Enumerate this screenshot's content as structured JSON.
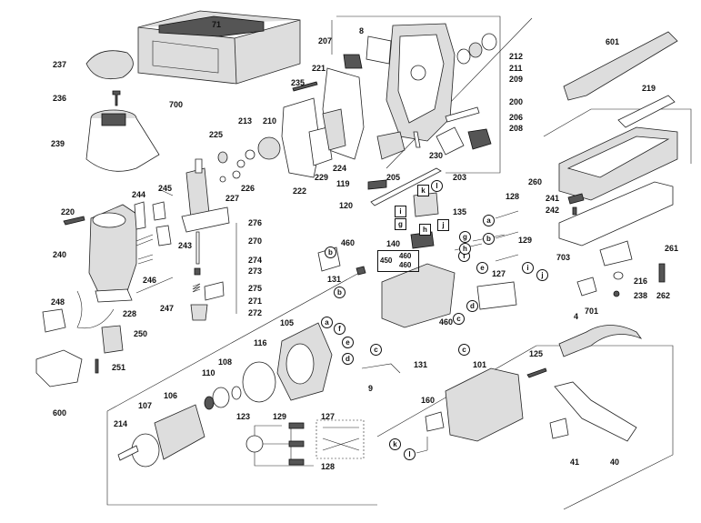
{
  "labels": {
    "l71": "71",
    "l700": "700",
    "l237": "237",
    "l236": "236",
    "l239": "239",
    "l8": "8",
    "l207": "207",
    "l212": "212",
    "l211": "211",
    "l209": "209",
    "l200": "200",
    "l206": "206",
    "l208": "208",
    "l221": "221",
    "l235": "235",
    "l213": "213",
    "l210": "210",
    "l225": "225",
    "l229": "229",
    "l224": "224",
    "l222": "222",
    "l227": "227",
    "l226": "226",
    "l230": "230",
    "l203": "203",
    "l205": "205",
    "l119": "119",
    "l601": "601",
    "l219": "219",
    "l260": "260",
    "l241": "241",
    "l242": "242",
    "l261": "261",
    "l216": "216",
    "l238": "238",
    "l262": "262",
    "l703": "703",
    "l701": "701",
    "l220": "220",
    "l244": "244",
    "l245": "245",
    "l240": "240",
    "l243": "243",
    "l246": "246",
    "l276": "276",
    "l270": "270",
    "l274": "274",
    "l273": "273",
    "l275": "275",
    "l271": "271",
    "l272": "272",
    "l247": "247",
    "l248": "248",
    "l228": "228",
    "l250": "250",
    "l251": "251",
    "l600": "600",
    "l120": "120",
    "l135": "135",
    "l128a": "128",
    "l129a": "129",
    "l140": "140",
    "l450": "450",
    "l460a": "460",
    "l460b": "460",
    "l460c": "460",
    "l131a": "131",
    "l127a": "127",
    "l460d": "460",
    "l105": "105",
    "l116": "116",
    "l9": "9",
    "l131b": "131",
    "l4": "4",
    "l125": "125",
    "l101": "101",
    "l108": "108",
    "l110": "110",
    "l106": "106",
    "l107": "107",
    "l123": "123",
    "l214": "214",
    "l129b": "129",
    "l127b": "127",
    "l128b": "128",
    "l160": "160",
    "l41": "41",
    "l40": "40"
  },
  "letters": {
    "a": "a",
    "b": "b",
    "c": "c",
    "d": "d",
    "e": "e",
    "f": "f",
    "g": "g",
    "h": "h",
    "i": "i",
    "j": "j",
    "k": "k",
    "l": "l"
  }
}
